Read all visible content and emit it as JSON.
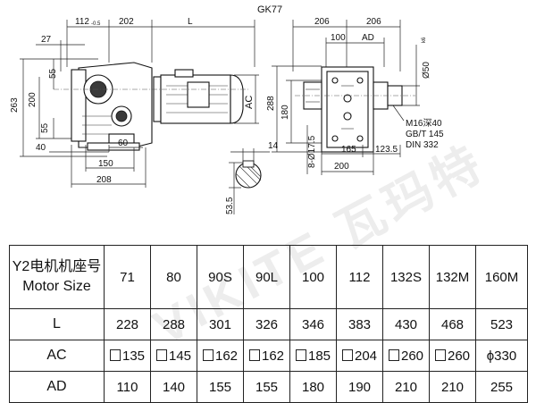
{
  "drawing": {
    "title": "GK77",
    "left_view_dims": {
      "d112": "112",
      "d112_tol": "-0.5",
      "d202": "202",
      "L": "L",
      "d27": "27",
      "d263": "263",
      "d55_top": "55",
      "d200": "200",
      "d55_bottom": "55",
      "d40": "40",
      "d60": "60",
      "d150": "150",
      "d208": "208",
      "AC": "AC"
    },
    "right_view_dims": {
      "d206_left": "206",
      "d206_right": "206",
      "d100": "100",
      "AD": "AD",
      "shaft_dia": "Ø50",
      "shaft_tol": "k6",
      "d288": "288",
      "d180": "180",
      "d165": "165",
      "d123_5": "123.5",
      "d200b": "200",
      "holes": "8-Ø17.5",
      "thread_note_1": "M16深40",
      "thread_note_2": "GB/T 145",
      "thread_note_3": "DIN 332"
    },
    "key_view_dims": {
      "d14": "14",
      "d53_5": "53.5"
    }
  },
  "watermark": "VIKITE 瓦玛特",
  "table": {
    "header_label_cn": "Y2电机机座号",
    "header_label_en": "Motor Size",
    "sizes": [
      "71",
      "80",
      "90S",
      "90L",
      "100",
      "112",
      "132S",
      "132M",
      "160M"
    ],
    "rows": [
      {
        "label": "L",
        "values": [
          "228",
          "288",
          "301",
          "326",
          "346",
          "383",
          "430",
          "468",
          "523"
        ]
      },
      {
        "label": "AC",
        "values": [
          "135",
          "145",
          "162",
          "162",
          "185",
          "204",
          "260",
          "260",
          "ϕ330"
        ],
        "square_prefix": [
          true,
          true,
          true,
          true,
          true,
          true,
          true,
          true,
          false
        ]
      },
      {
        "label": "AD",
        "values": [
          "110",
          "140",
          "155",
          "155",
          "180",
          "190",
          "210",
          "210",
          "255"
        ]
      }
    ]
  }
}
